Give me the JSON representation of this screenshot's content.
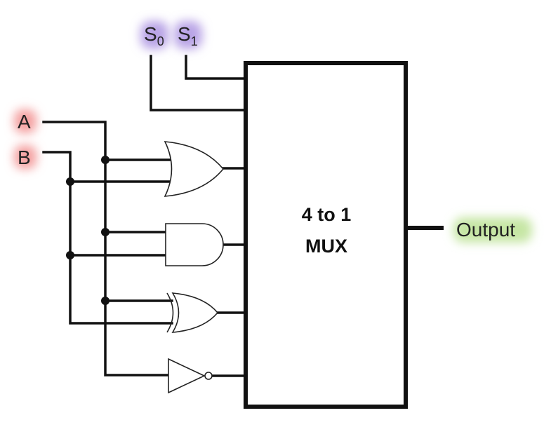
{
  "diagram": {
    "title": "4 to 1 MUX",
    "mux": {
      "line1": "4 to 1",
      "line2": "MUX"
    },
    "inputs": {
      "a": "A",
      "b": "B"
    },
    "selects": {
      "s0": {
        "base": "S",
        "sub": "0"
      },
      "s1": {
        "base": "S",
        "sub": "1"
      }
    },
    "output": "Output",
    "gates": [
      "OR",
      "AND",
      "XOR",
      "NOT"
    ],
    "colors": {
      "input_glow": "#f4a0a0",
      "select_glow": "#b9a4e6",
      "output_glow": "#c6e6a4",
      "wire": "#111111"
    }
  }
}
